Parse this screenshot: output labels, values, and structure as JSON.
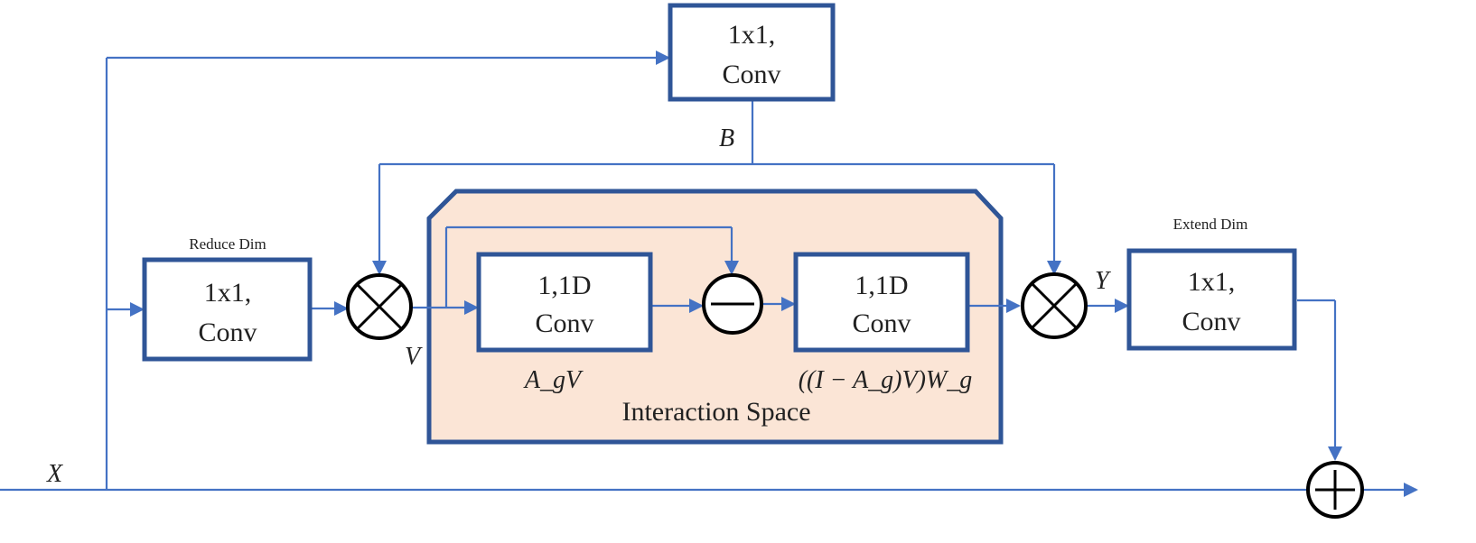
{
  "diagram": {
    "top_conv": {
      "line1": "1x1,",
      "line2": "Conv"
    },
    "reduce": {
      "title": "Reduce Dim",
      "line1": "1x1,",
      "line2": "Conv"
    },
    "conv1d_a": {
      "line1": "1,1D",
      "line2": "Conv",
      "caption": "A_gV"
    },
    "conv1d_b": {
      "line1": "1,1D",
      "line2": "Conv",
      "caption": "((I − A_g)V)W_g"
    },
    "extend": {
      "title": "Extend Dim",
      "line1": "1x1,",
      "line2": "Conv"
    },
    "interaction_space": {
      "label": "Interaction Space"
    },
    "symbols": {
      "x": "X",
      "b": "B",
      "v": "V",
      "y": "Y"
    },
    "colors": {
      "line": "#4472C4",
      "box_border": "#2F5597",
      "panel_fill": "#FBE5D6"
    }
  }
}
